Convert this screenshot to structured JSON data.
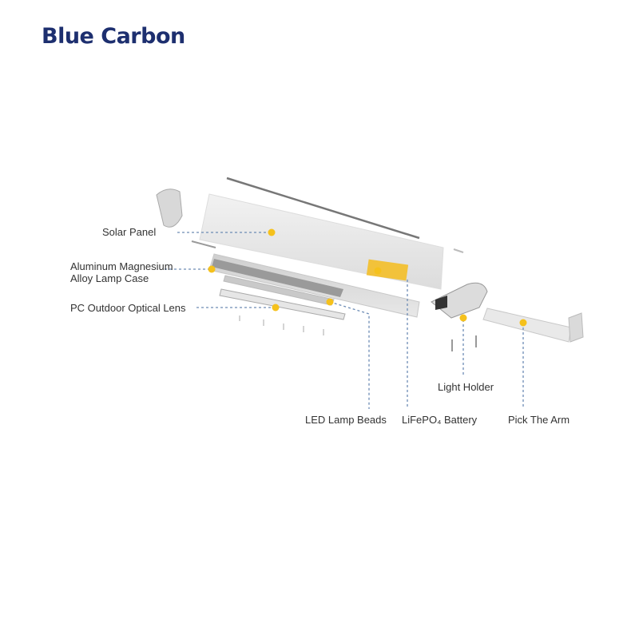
{
  "brand": {
    "logo_text": "Blue Carbon",
    "color": "#1d2f6f"
  },
  "diagram": {
    "accent_dot_color": "#f5c11c",
    "leader_color": "#6d8cb5",
    "labels": {
      "solar_panel": "Solar Panel",
      "lamp_case_line1": "Aluminum Magnesium",
      "lamp_case_line2": "Alloy Lamp Case",
      "optical_lens": "PC Outdoor Optical Lens",
      "led_beads": "LED Lamp Beads",
      "battery": "LiFePO₄ Battery",
      "light_holder": "Light Holder",
      "arm": "Pick The Arm"
    }
  }
}
